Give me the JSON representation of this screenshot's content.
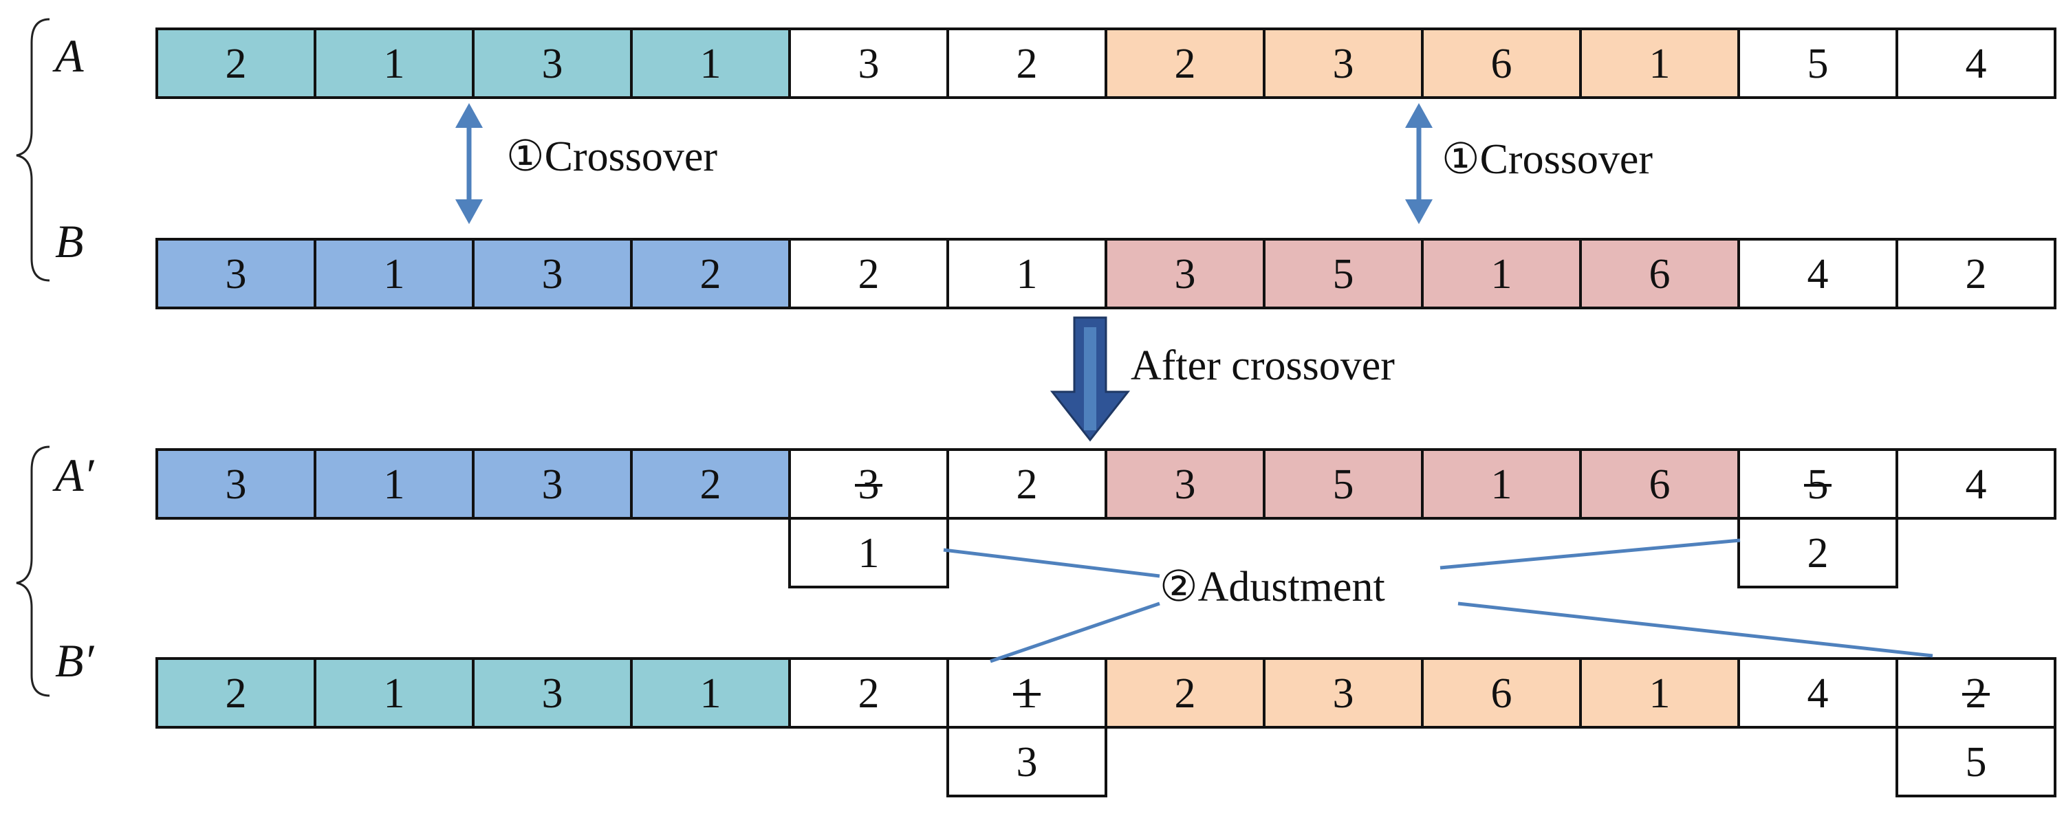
{
  "labels": {
    "a": "A",
    "b": "B",
    "a_prime": "A′",
    "b_prime": "B′"
  },
  "annotations": {
    "crossover_1": "①Crossover",
    "crossover_2": "①Crossover",
    "after": "After crossover",
    "adjust": "②Adustment"
  },
  "colors": {
    "teal": "#92cdd6",
    "blue": "#8db3e2",
    "peach": "#fbd5b5",
    "rose": "#e6b9b8",
    "white": "#ffffff",
    "connector": "#4f81bd",
    "big_arrow": "#2f5496"
  },
  "rows": {
    "a": [
      {
        "v": "2",
        "c": "teal"
      },
      {
        "v": "1",
        "c": "teal"
      },
      {
        "v": "3",
        "c": "teal"
      },
      {
        "v": "1",
        "c": "teal"
      },
      {
        "v": "3",
        "c": "white"
      },
      {
        "v": "2",
        "c": "white"
      },
      {
        "v": "2",
        "c": "peach"
      },
      {
        "v": "3",
        "c": "peach"
      },
      {
        "v": "6",
        "c": "peach"
      },
      {
        "v": "1",
        "c": "peach"
      },
      {
        "v": "5",
        "c": "white"
      },
      {
        "v": "4",
        "c": "white"
      }
    ],
    "b": [
      {
        "v": "3",
        "c": "blue"
      },
      {
        "v": "1",
        "c": "blue"
      },
      {
        "v": "3",
        "c": "blue"
      },
      {
        "v": "2",
        "c": "blue"
      },
      {
        "v": "2",
        "c": "white"
      },
      {
        "v": "1",
        "c": "white"
      },
      {
        "v": "3",
        "c": "rose"
      },
      {
        "v": "5",
        "c": "rose"
      },
      {
        "v": "1",
        "c": "rose"
      },
      {
        "v": "6",
        "c": "rose"
      },
      {
        "v": "4",
        "c": "white"
      },
      {
        "v": "2",
        "c": "white"
      }
    ],
    "a_prime": [
      {
        "v": "3",
        "c": "blue"
      },
      {
        "v": "1",
        "c": "blue"
      },
      {
        "v": "3",
        "c": "blue"
      },
      {
        "v": "2",
        "c": "blue"
      },
      {
        "v": "3",
        "c": "white",
        "struck": true
      },
      {
        "v": "2",
        "c": "white"
      },
      {
        "v": "3",
        "c": "rose"
      },
      {
        "v": "5",
        "c": "rose"
      },
      {
        "v": "1",
        "c": "rose"
      },
      {
        "v": "6",
        "c": "rose"
      },
      {
        "v": "5",
        "c": "white",
        "struck": true
      },
      {
        "v": "4",
        "c": "white"
      }
    ],
    "b_prime": [
      {
        "v": "2",
        "c": "teal"
      },
      {
        "v": "1",
        "c": "teal"
      },
      {
        "v": "3",
        "c": "teal"
      },
      {
        "v": "1",
        "c": "teal"
      },
      {
        "v": "2",
        "c": "white"
      },
      {
        "v": "1",
        "c": "white",
        "struck": true
      },
      {
        "v": "2",
        "c": "peach"
      },
      {
        "v": "3",
        "c": "peach"
      },
      {
        "v": "6",
        "c": "peach"
      },
      {
        "v": "1",
        "c": "peach"
      },
      {
        "v": "4",
        "c": "white"
      },
      {
        "v": "2",
        "c": "white",
        "struck": true
      }
    ]
  },
  "replacements": {
    "a_prime": [
      {
        "index": 4,
        "v": "1"
      },
      {
        "index": 10,
        "v": "2"
      }
    ],
    "b_prime": [
      {
        "index": 5,
        "v": "3"
      },
      {
        "index": 11,
        "v": "5"
      }
    ]
  }
}
